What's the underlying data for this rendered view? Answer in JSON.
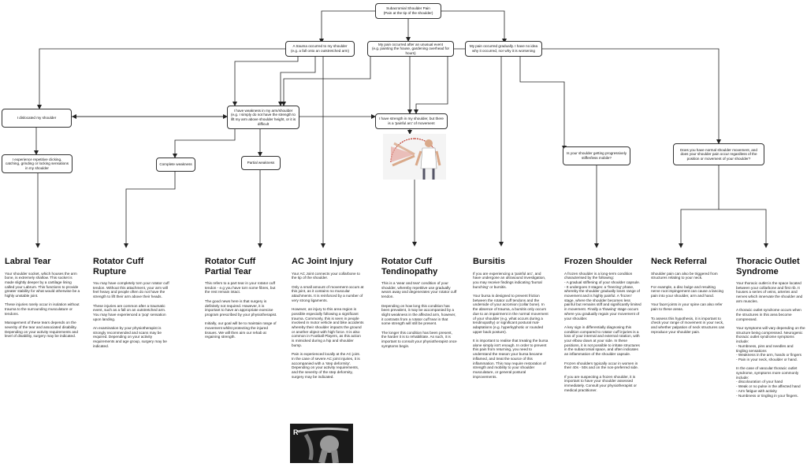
{
  "nodes": {
    "root": "Subacromial Shoulder Pain\n(Pain at the tip of the shoulder)",
    "trauma": "A trauma occurred to my shoulder\n(e.g. a fall onto an outstretched arm)",
    "unusual_event": "My pain occurred after an unusual event\n(e.g. painting the house, gardening overhead for hours)",
    "gradual": "My pain occurred gradually. I have no idea why it occurred, nor why it is worsening",
    "dislocated": "I dislocated my shoulder",
    "weakness": "I have weakness in my arm/shoulder (e.g. I simply do not have the strength to lift my arm above shoulder height, or it is difficult",
    "strength_arc": "I have strength in my shoulder, but there is a 'painful arc' of movement",
    "clicking": "I experience repetitive clicking, catching, grinding or locking sensations in my shoulder",
    "complete_weakness": "Complete weakness",
    "partial_weakness": "Partial weakness",
    "stiffer": "Is your shoulder getting progressively stiffer/less mobile?",
    "normal_movement": "Does you have normal shoulder movement, and does your shoulder pain occur regardless of the position or movement of your shoulder?"
  },
  "conditions": [
    {
      "title": "Labral Tear",
      "body": "Your shoulder socket, which houses the arm bone, is extremely shallow. This socket is made slightly deeper by a cartilage lining called your Labrum. This functions to provide greater stability for what would otherwise be a highly unstable joint.\n\nThese injuries rarely occur in isolation without trauma to the surrounding musculature or tendons.\n\nManagement of these tears depends on the severity of the tear and associated disability. Depending on your activity requirements and level of disability, surgery may be indicated."
    },
    {
      "title": "Rotator Cuff Rupture",
      "body": "You may have completely torn your rotator cuff tendon. Without this attachment, your arm will feel heavy and people often do not have the strength to lift their arm above their heads.\n\nThese injuries are common after a traumatic event, such as a fall on an outstretched arm. You may have experienced a 'pop' sensation upon landing.\n\nAn examination by your physiotherapist is strongly recommended and scans may be required. Depending on your activity requirements and age group, surgery may be indicated."
    },
    {
      "title": "Rotator Cuff Partial Tear",
      "body": "This refers to a part tear in your rotator cuff tendon - e.g you have torn some fibres, but the rest remain intact.\n\nThe good news here is that surgery is definitely not required. However, it is important to have an appropriate exercise program prescribed by your physiotherapist.\n\nInitially, our goal will be to maintain range of movement whilst protecting the injured tissues. We will then aim our rehab at regaining strength."
    },
    {
      "title": "AC Joint Injury",
      "body": "Your AC Joint connects your collarbone to the tip of the shoulder.\n\nOnly a small amount of movement occurs at this joint, as it contains no muscular attachments. It is reinforced by a number of very strong ligaments.\n\nHowever, an injury to this area region is possible especially following a significant trauma. Commonly, this is seen in people involved in motor vehicle and bike accidents whereby their shoulder impacts the ground or another object with high force. It is also common in Football Players, as this action is mimicked during a hip and shoulder bump.\n\nPain is experienced locally at the AC joint. In the case of severe AC joint injuries, it is accompanied with a 'step deformity'. Depending on your activity requirements, and the severity of the step deformity, surgery may be indicated."
    },
    {
      "title": "Rotator Cuff Tendinopathy",
      "body": "This is a 'wear and tear' condition of your shoulder, whereby repetitive use gradually wears away and degenerates your rotator cuff tendon.\n\nDepending on how long this condition has been prevalent, it may be accompanied by a slight weakness in the affected arm, however, it contrasts from a rotator cuff tear in that some strength will still be present.\n\nThe longer this condition has been present, the harder it is to rehabilitate. As such, it is important to consult your physiotherapist once symptoms begin."
    },
    {
      "title": "Bursitis",
      "body": "If you are experiencing a 'painful arc', and have undergone an ultrasound investigation, you may receive findings indicating 'bursal bunching' or bursitis.\n\nYour bursa is designed to prevent friction between the rotator cuff tendons and the underside of your acromion (collar bone). In the absence of trauma, a bursitis only occurs due to an impairment in the normal movement of your shoulder (e.g. what occurs during a tendinopathy) or significant postural mal-adaptations (e.g. hyperkyphotic or rounded upper back posture).\n\nIt is important to realise that treating the bursa alone simply isn't enough. In order to prevent this pain from returning, you need to understand the reason your bursa became inflamed, and treat the source of this inflammation. This may require restoration of strength and mobility to your shoulder musculature, or general postural improvements."
    },
    {
      "title": "Frozen Shoulder",
      "body": "A frozen shoulder is a long-term condition characterised by the following:\n- A gradual stiffening of your shoulder capsule.\n- It undergoes 3 stages: a 'freezing' phase, whereby the shoulder gradually loses range of movement and is highly painful. A 'frozen' stage, where the shoulder becomes less painful but remains stiff and significantly limited in movement. Finally a 'thawing' stage occurs where you gradually regain your movement of your shoulder.\n\nA key sign in differentially diagnosing this condition compared to rotator cuff injuries is a loss of your internal and external rotation, with your elbow down at your side. In these positions, it is not possible to irritate structures in the subacromial space, and often indicates an inflammation of the shoulder capsule.\n\nFrozen shoulders typically occur in women in their 40s - 50s and on the non-preferred side.\n\nIf you are suspecting a frozen shoulder, it is important to have your shoulder assessed immediately. Consult your physiotherapist or medical practitioner."
    },
    {
      "title": "Neck Referral",
      "body": "Shoulder pain can also be triggered from structures relating to your neck.\n\nFor example, a disc bulge and resulting nerve root impingement can cause a lancing pain into your shoulder, arm and hand.\n\nYour facet joints in your spine can also refer pain to these areas.\n\nTo assess this hypothesis, it is important to check your range of movement in your neck, and whether palpation of neck structures can reproduce your shoulder pain."
    },
    {
      "title": "Thoracic Outlet Syndrome",
      "body": "Your thoracic outlet is the space located between your collarbone and first rib. It houses a series of veins, arteries and nerves which innervate the shoulder and arm muscles.\n\nA thoracic outlet syndrome occurs when the structures in this area become compressed.\n\nYour symptoms will vary depending on the structure being compressed. Neurogenic thoracic outlet syndrome symptoms include:\n- Numbness, pins and needles and tingling sensations\n- Weakness in the arm, hands or fingers\n- Pain in your neck, shoulder or hand.\n\nIn the case of vascular thoracic outlet syndrome, symptoms more commonly include:\n- discolouration of your hand\n- Weak or no pulse in the affected hand\n- Arm fatigue with activity\n- Numbness or tingling in your fingers."
    }
  ],
  "xray_marker": "R",
  "colors": {
    "line": "#222222",
    "xray_bg": "#1a1a1a",
    "skin": "#d9a98a",
    "shirt": "#ffffff",
    "arc": "#c0392b"
  }
}
